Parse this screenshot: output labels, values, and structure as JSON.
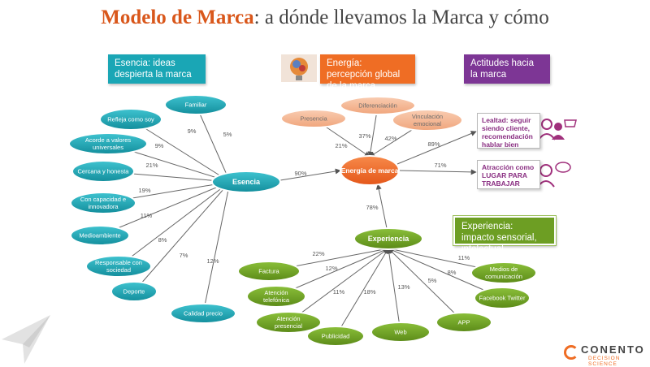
{
  "title": {
    "main": "Modelo de Marca",
    "rest": ": a dónde llevamos la Marca y cómo"
  },
  "boxes": {
    "esencia": "Esencia: ideas despierta la marca",
    "energia": "Energía: percepción global de la marca",
    "actitudes": "Actitudes hacia la marca",
    "experiencia": "Experiencia: impacto sensorial, intelectual."
  },
  "hubs": {
    "esencia": "Esencia",
    "energia": "Energía de marca",
    "experiencia": "Experiencia"
  },
  "esencia_drivers": [
    {
      "label": "Familiar",
      "pct": "5%"
    },
    {
      "label": "Refleja como soy",
      "pct": "9%"
    },
    {
      "label": "Acorde a valores universales",
      "pct": "9%"
    },
    {
      "label": "Cercana y honesta",
      "pct": "21%"
    },
    {
      "label": "Con capacidad e innovadora",
      "pct": "19%"
    },
    {
      "label": "Medioambiente",
      "pct": "11%"
    },
    {
      "label": "Responsable con sociedad",
      "pct": "8%"
    },
    {
      "label": "Deporte",
      "pct": "7%"
    },
    {
      "label": "Calidad precio",
      "pct": "12%"
    }
  ],
  "energia_drivers": [
    {
      "label": "Presencia",
      "pct": "21%"
    },
    {
      "label": "Diferenciación",
      "pct": "37%"
    },
    {
      "label": "Vinculación emocional",
      "pct": "42%"
    }
  ],
  "experiencia_drivers": [
    {
      "label": "Factura",
      "pct": "22%"
    },
    {
      "label": "Atención telefónica",
      "pct": "12%"
    },
    {
      "label": "Atención presencial",
      "pct": "11%"
    },
    {
      "label": "Publicidad",
      "pct": "18%"
    },
    {
      "label": "Web",
      "pct": "13%"
    },
    {
      "label": "APP",
      "pct": "5%"
    },
    {
      "label": "Facebook Twitter",
      "pct": "8%"
    },
    {
      "label": "Medios de comunicación",
      "pct": "11%"
    }
  ],
  "hub_links": {
    "esencia_to_energia": "90%",
    "experiencia_to_energia": "78%",
    "energia_to_lealtad": "89%",
    "energia_to_atraccion": "71%"
  },
  "results": {
    "lealtad": "Lealtad: seguir siendo cliente, recomendación hablar bien",
    "atraccion": "Atracción como LUGAR PARA TRABAJAR"
  },
  "logo": {
    "name": "CONENTO",
    "sub": "DECISION SCIENCE"
  },
  "colors": {
    "teal": "#1aa6b5",
    "orange": "#ef6d24",
    "peach": "#f4b694",
    "green": "#6d9e23",
    "purple": "#7d3695"
  }
}
